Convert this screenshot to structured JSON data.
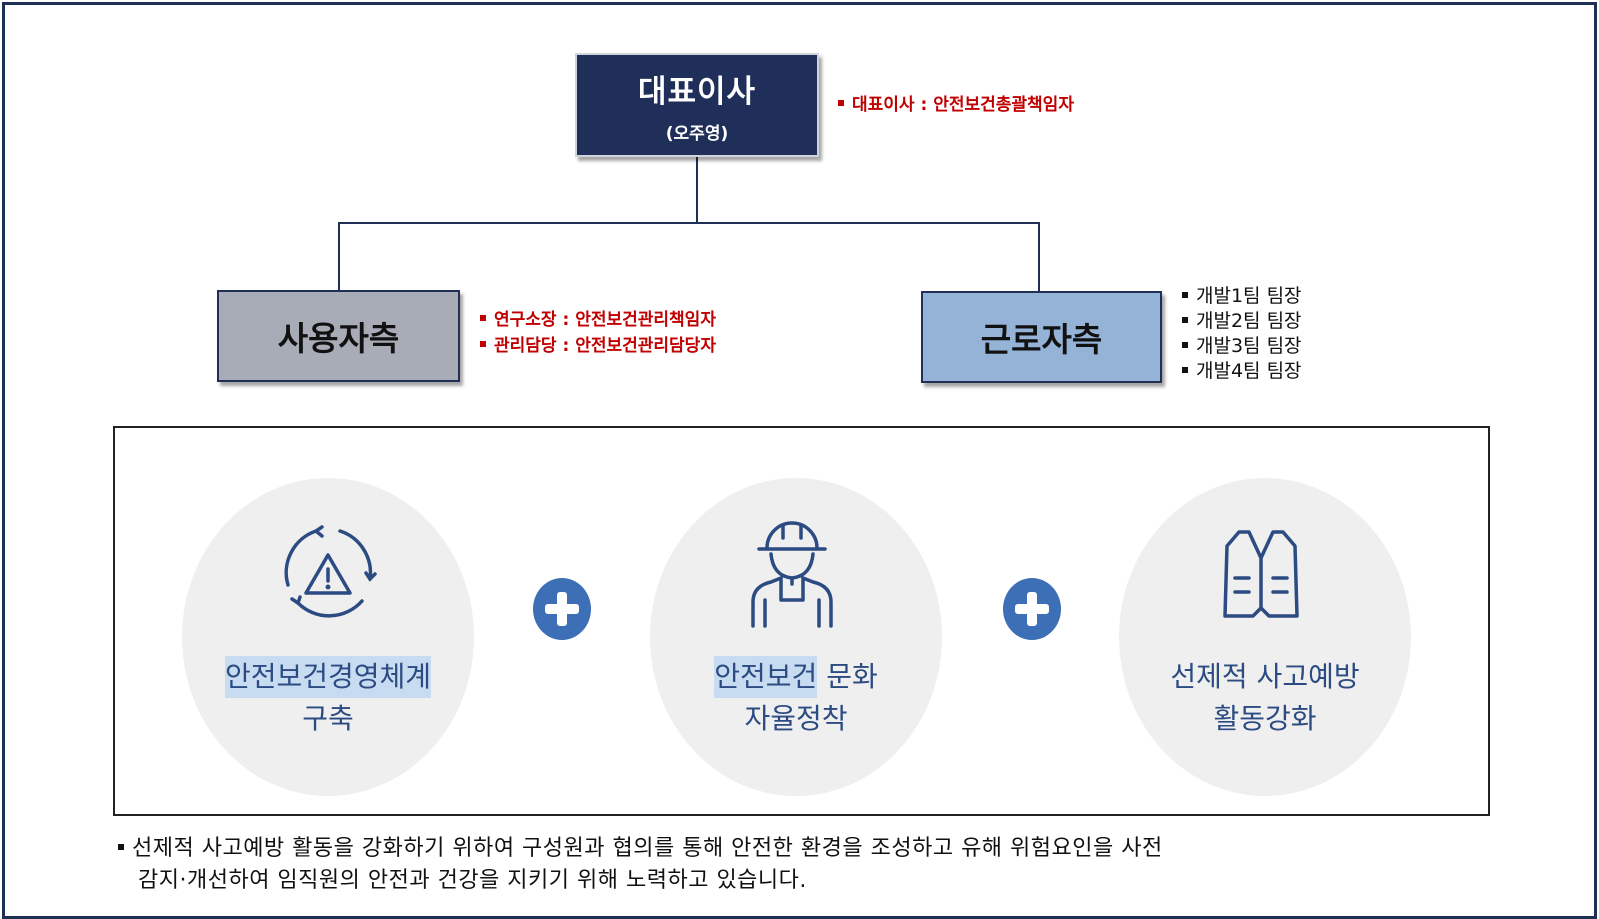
{
  "ceo": {
    "title": "대표이사",
    "name": "(오주영)"
  },
  "ceo_note": "대표이사 : 안전보건총괄책임자",
  "user_side": {
    "label": "사용자측",
    "notes": [
      "연구소장 : 안전보건관리책임자",
      "관리담당 : 안전보건관리담당자"
    ]
  },
  "worker_side": {
    "label": "근로자측",
    "members": [
      "개발1팀 팀장",
      "개발2팀 팀장",
      "개발3팀 팀장",
      "개발4팀 팀장"
    ]
  },
  "pillars": [
    {
      "icon": "cycle-warning-icon",
      "line1": "안전보건경영체계",
      "line2": "구축"
    },
    {
      "icon": "worker-hardhat-icon",
      "line1a": "안전보건",
      "line1b": " 문화",
      "line2": "자율정착"
    },
    {
      "icon": "safety-vest-icon",
      "line1": "선제적 사고예방",
      "line2": "활동강화"
    }
  ],
  "description_line1": "선제적 사고예방 활동을 강화하기 위하여 구성원과 협의를 통해 안전한 환경을 조성하고 유해 위험요인을 사전",
  "description_line2": "감지·개선하여 임직원의 안전과 건강을 지키기 위해 노력하고 있습니다.",
  "colors": {
    "navy": "#1f2f5a",
    "red": "#c00000",
    "blue_text": "#2b4b82",
    "plus_blue": "#3c6fb6",
    "worker_box": "#95b3d7",
    "user_box": "#a7acb7"
  }
}
